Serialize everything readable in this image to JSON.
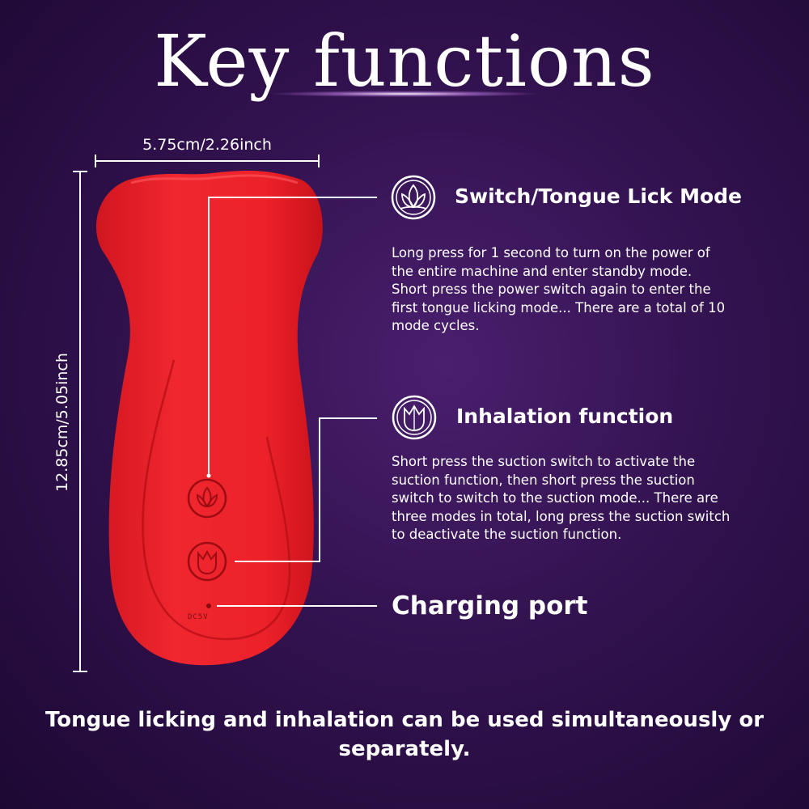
{
  "title": "Key functions",
  "dimensions": {
    "width": "5.75cm/2.26inch",
    "height": "12.85cm/5.05inch"
  },
  "features": [
    {
      "title": "Switch/Tongue Lick Mode",
      "icon": "lotus-icon",
      "description": "Long press for 1 second to turn on the power of the entire machine and enter standby mode. Short press the power switch again to enter the first tongue licking mode... There are a total of 10 mode cycles."
    },
    {
      "title": "Inhalation function",
      "icon": "tulip-icon",
      "description": "Short press the suction switch to activate the suction function, then short press the suction switch to switch to the suction mode... There are three modes in total, long press the suction switch to deactivate the suction function."
    },
    {
      "title": "Charging port"
    }
  ],
  "device": {
    "port_label": "DC5V",
    "color": "#e8232b"
  },
  "footer": "Tongue licking and inhalation can be used simultaneously or separately.",
  "colors": {
    "background": "#32124f",
    "text": "#ffffff",
    "device_red": "#e8232b"
  }
}
